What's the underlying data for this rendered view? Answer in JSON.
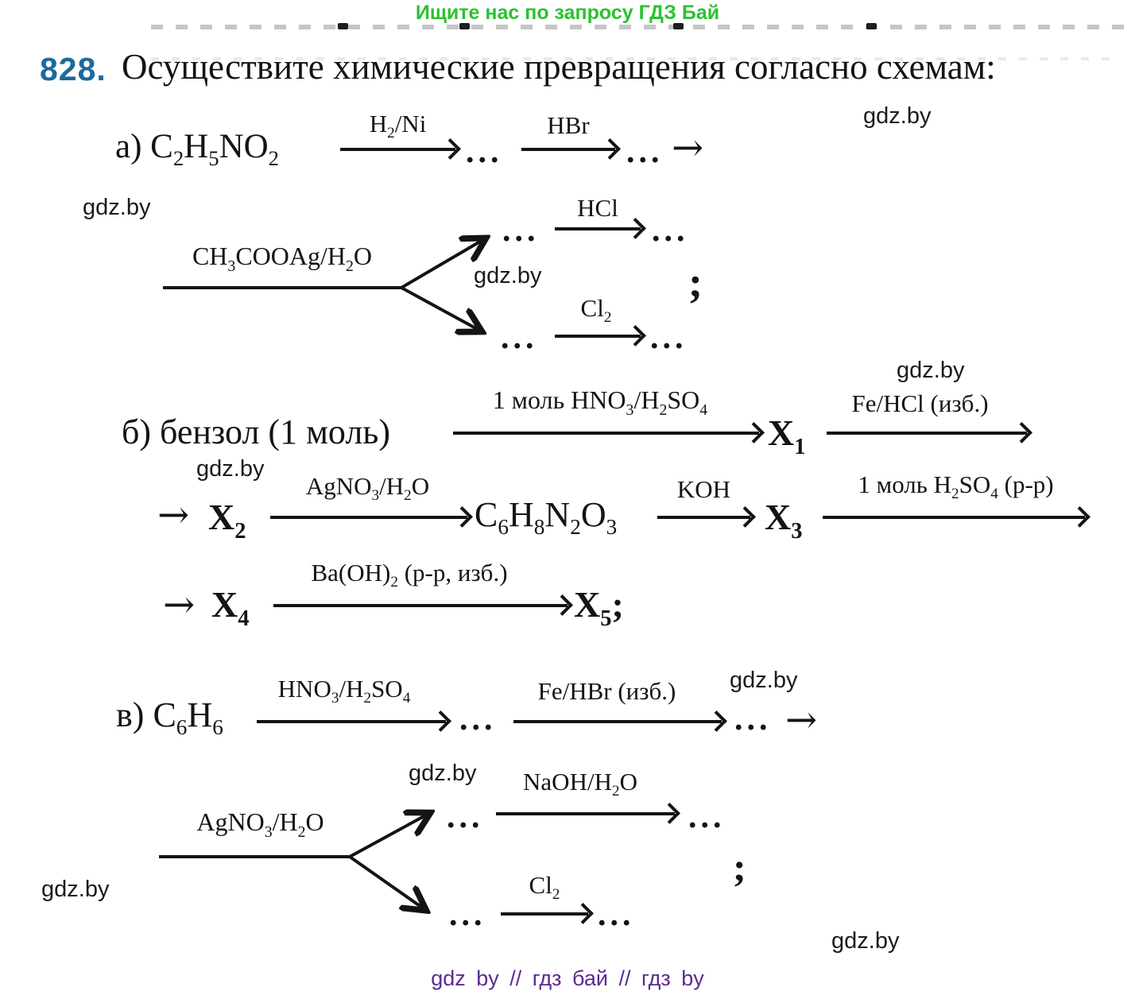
{
  "page": {
    "promo": "Ищите нас по запросу ГДЗ Бай",
    "problem_number": "828.",
    "title": "Осуществите химические превращения согласно схемам:",
    "watermark": "gdz.by",
    "footer_tags": "gdz by  //  гдз бай  //  гдз by",
    "symbols": {
      "ellipsis": "...",
      "cont_arrow": "→",
      "semicolon": ";"
    },
    "colors": {
      "ink": "#141414",
      "accent_green": "#2bc230",
      "number_blue": "#1d6a9d",
      "footer_purple": "#5c2a94"
    }
  },
  "scheme_a": {
    "part_label": "а)",
    "start_formula": "C_{2}H_{5}NO_{2}",
    "step1_reagent": "H_{2}/Ni",
    "step2_reagent": "HBr",
    "branch_reagent": "CH_{3}COOAg/H_{2}O",
    "branch_top_reagent": "HCl",
    "branch_bottom_reagent": "Cl_{2}"
  },
  "scheme_b": {
    "part_label": "б)",
    "start_text": "бензол (1 моль)",
    "step1_reagent": "1 моль HNO_{3}/H_{2}SO_{4}",
    "x1": "X_{1}",
    "step2_reagent": "Fe/HCl (изб.)",
    "x2": "X_{2}",
    "step3_reagent": "AgNO_{3}/H_{2}O",
    "intermediate": "C_{6}H_{8}N_{2}O_{3}",
    "step4_reagent": "KOH",
    "x3": "X_{3}",
    "step5_reagent": "1 моль H_{2}SO_{4} (р-р)",
    "x4": "X_{4}",
    "step6_reagent": "Ba(OH)_{2} (р-р, изб.)",
    "x5": "X_{5};"
  },
  "scheme_v": {
    "part_label": "в)",
    "start_formula": "C_{6}H_{6}",
    "step1_reagent": "HNO_{3}/H_{2}SO_{4}",
    "step2_reagent": "Fe/HBr (изб.)",
    "branch_reagent": "AgNO_{3}/H_{2}O",
    "branch_top_reagent": "NaOH/H_{2}O",
    "branch_bottom_reagent": "Cl_{2}"
  }
}
